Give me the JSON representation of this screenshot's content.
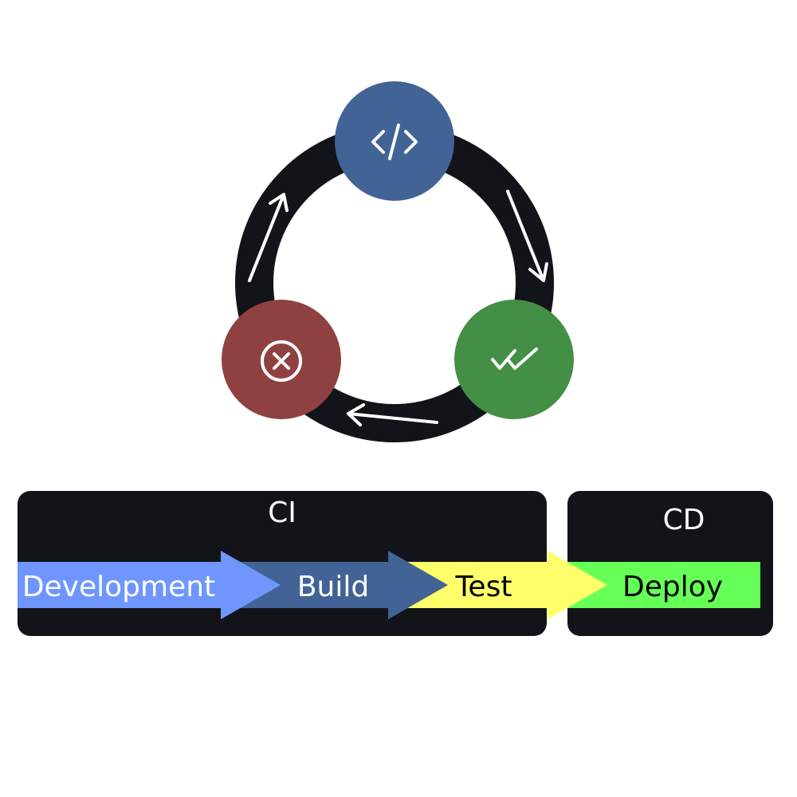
{
  "cycle": {
    "nodes": [
      {
        "icon": "code-icon",
        "color": "#426396"
      },
      {
        "icon": "double-check-icon",
        "color": "#438F45"
      },
      {
        "icon": "close-circle-icon",
        "color": "#8F4141"
      }
    ],
    "ring_color": "#131419",
    "arrow_color": "#FFFFFF"
  },
  "pipeline": {
    "ci": {
      "title": "CI"
    },
    "cd": {
      "title": "CD"
    },
    "panel_color": "#131419",
    "stages": [
      {
        "label": "Development",
        "color": "#6F96FF",
        "text_color": "#FFFFFF"
      },
      {
        "label": "Build",
        "color": "#426396",
        "text_color": "#FFFFFF"
      },
      {
        "label": "Test",
        "color": "#FFFF6B",
        "text_color": "#000000"
      },
      {
        "label": "Deploy",
        "color": "#66FF57",
        "text_color": "#000000"
      }
    ]
  }
}
